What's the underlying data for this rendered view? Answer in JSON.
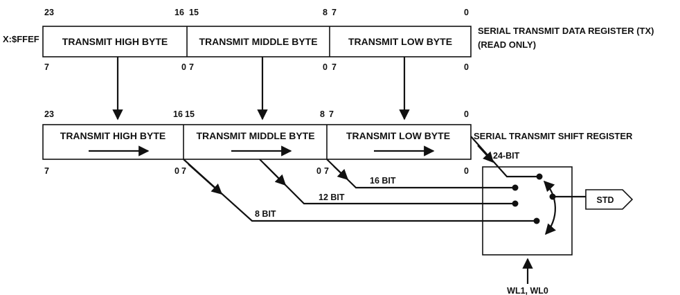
{
  "address_label": "X:$FFEF",
  "tx_register": {
    "bytes": [
      "TRANSMIT HIGH BYTE",
      "TRANSMIT MIDDLE BYTE",
      "TRANSMIT LOW BYTE"
    ],
    "top_bits": [
      "23",
      "16",
      "15",
      "8",
      "7",
      "0"
    ],
    "bottom_bits": [
      "7",
      "0",
      "7",
      "0",
      "7",
      "0"
    ],
    "title_line1": "SERIAL TRANSMIT DATA REGISTER (TX)",
    "title_line2": "(READ ONLY)"
  },
  "shift_register": {
    "bytes": [
      "TRANSMIT HIGH BYTE",
      "TRANSMIT MIDDLE BYTE",
      "TRANSMIT LOW BYTE"
    ],
    "top_bits": [
      "23",
      "16",
      "15",
      "8",
      "7",
      "0"
    ],
    "bottom_bits": [
      "7",
      "0",
      "7",
      "0",
      "7",
      "0"
    ],
    "title": "SERIAL TRANSMIT SHIFT REGISTER"
  },
  "paths": {
    "bit24": "24-BIT",
    "bit16": "16 BIT",
    "bit12": "12 BIT",
    "bit8": "8 BIT"
  },
  "output_label": "STD",
  "select_label": "WL1, WL0"
}
